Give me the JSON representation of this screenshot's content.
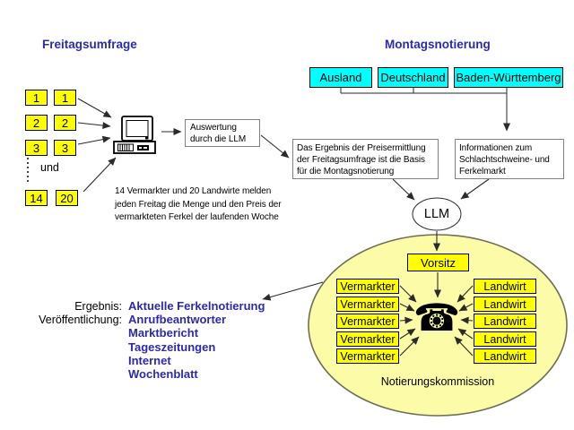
{
  "colors": {
    "title_blue": "#2b2baa",
    "value_blue": "#2b2baa",
    "cyan_fill": "#00ffff",
    "yellow_fill": "#ffff00",
    "commission_ellipse_fill": "#fbfba8",
    "commission_ellipse_stroke": "#6f6f55",
    "gray_border": "#808080"
  },
  "header": {
    "left_title": "Freitagsumfrage",
    "right_title": "Montagsnotierung"
  },
  "market_levels": [
    "Ausland",
    "Deutschland",
    "Baden-Württemberg"
  ],
  "reporters": {
    "vermarkter_ids": [
      "1",
      "2",
      "3",
      "14"
    ],
    "landwirt_ids": [
      "1",
      "2",
      "3",
      "20"
    ],
    "gap_label": "und"
  },
  "process": {
    "auswertung_box": "Auswertung durch die LLM",
    "note": "14 Vermarkter und 20 Landwirte melden jeden Freitag die Menge und den Preis der vermarkteten Ferkel der laufenden Woche",
    "ergebnis_box": "Das Ergebnis der Preisermittlung der Freitagsumfrage ist die Basis für die Montagsnotierung",
    "info_box": "Informationen zum Schlachtschweine- und Ferkelmarkt",
    "llm": "LLM"
  },
  "kommission": {
    "vorsitz": "Vorsitz",
    "vermarkter": [
      "Vermarkter",
      "Vermarkter",
      "Vermarkter",
      "Vermarkter",
      "Vermarkter"
    ],
    "landwirte": [
      "Landwirt",
      "Landwirt",
      "Landwirt",
      "Landwirt",
      "Landwirt"
    ],
    "caption": "Notierungskommission",
    "phone_icon": "☎"
  },
  "output": {
    "rows": [
      {
        "label": "Ergebnis:",
        "value": "Aktuelle Ferkelnotierung"
      },
      {
        "label": "Veröffentlichung:",
        "value": "Anrufbeantworter"
      },
      {
        "label": "",
        "value": "Marktbericht"
      },
      {
        "label": "",
        "value": "Tageszeitungen"
      },
      {
        "label": "",
        "value": "Internet"
      },
      {
        "label": "",
        "value": "Wochenblatt"
      }
    ]
  }
}
